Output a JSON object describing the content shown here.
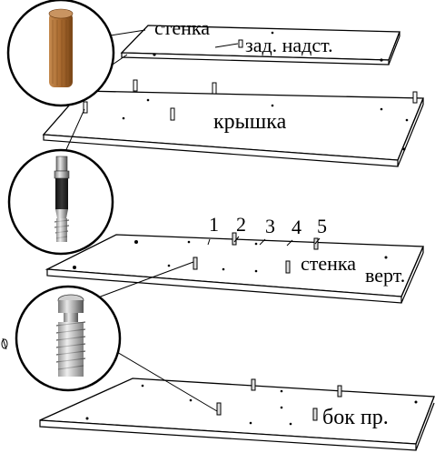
{
  "labels": {
    "stenka_top": "стенка",
    "zad_nadst": "зад. надст.",
    "kryshka": "крышка",
    "stenka_mid": "стенка",
    "vert": "верт.",
    "bok_pr": "бок пр."
  },
  "steps": [
    "1",
    "2",
    "3",
    "4",
    "5"
  ],
  "detail_callouts": [
    "wooden-dowel",
    "cam-lock-bolt",
    "cam-connector-screw"
  ],
  "colors": {
    "line": "#000000",
    "dowel": "#a86a35",
    "panel": "#ffffff"
  }
}
